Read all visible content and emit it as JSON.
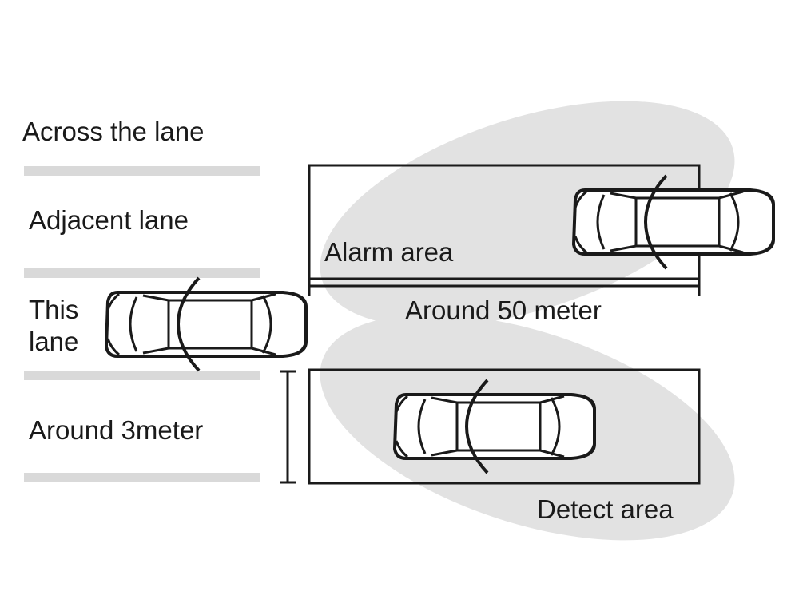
{
  "labels": {
    "across_lane": "Across the lane",
    "adjacent_lane": "Adjacent lane",
    "this_lane_line1": "This",
    "this_lane_line2": "lane",
    "lane_width": "Around 3meter",
    "alarm_area": "Alarm area",
    "distance": "Around 50 meter",
    "detect_area": "Detect area"
  },
  "colors": {
    "zone_fill": "#e2e2e2",
    "lane_marking": "#d9d9d9",
    "outline": "#1a1a1a",
    "car_fill": "#ffffff"
  }
}
